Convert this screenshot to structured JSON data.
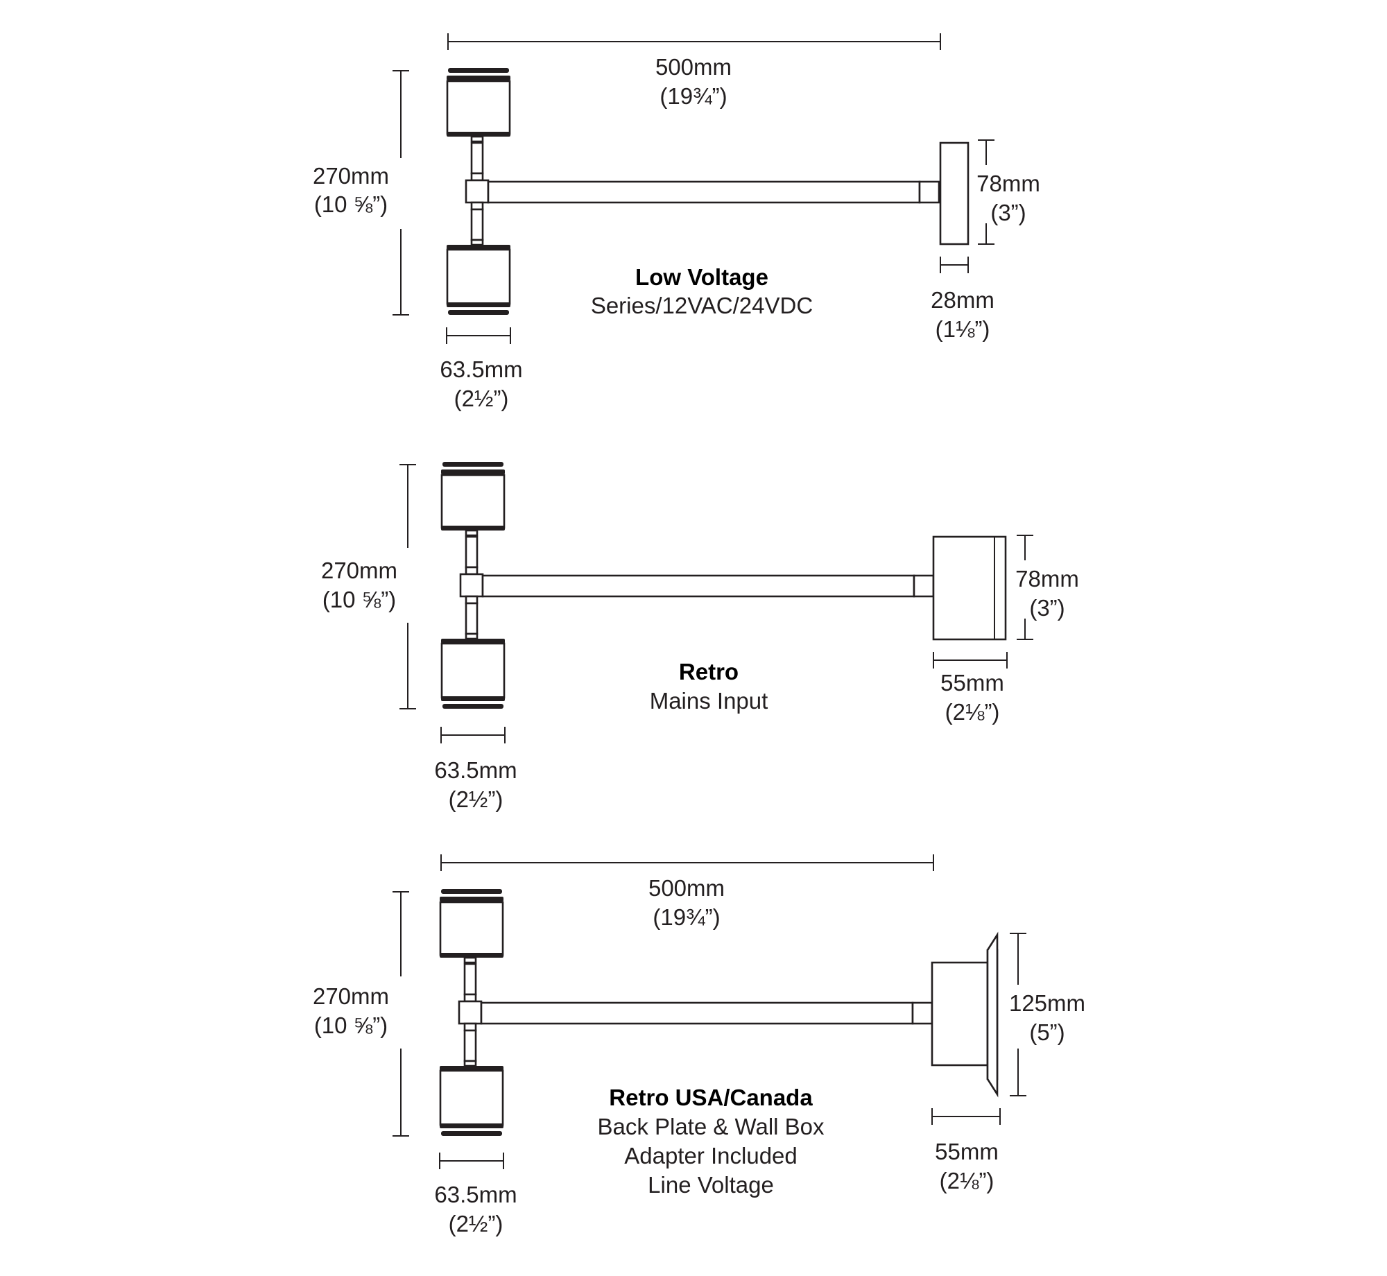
{
  "fixtures": [
    {
      "title": "Low Voltage",
      "subtitle_lines": [
        "Series/12VAC/24VDC"
      ],
      "dims": {
        "arm_length": {
          "mm": "500mm",
          "in": "(19¾”)"
        },
        "height": {
          "mm": "270mm",
          "in": "(10 ⅝”)"
        },
        "head_width": {
          "mm": "63.5mm",
          "in": "(2½”)"
        },
        "plate_height": {
          "mm": "78mm",
          "in": "(3”)"
        },
        "plate_depth": {
          "mm": "28mm",
          "in": "(1⅛”)"
        }
      }
    },
    {
      "title": "Retro",
      "subtitle_lines": [
        "Mains Input"
      ],
      "dims": {
        "height": {
          "mm": "270mm",
          "in": "(10 ⅝”)"
        },
        "head_width": {
          "mm": "63.5mm",
          "in": "(2½”)"
        },
        "plate_height": {
          "mm": "78mm",
          "in": "(3”)"
        },
        "plate_depth": {
          "mm": "55mm",
          "in": "(2⅛”)"
        }
      }
    },
    {
      "title": "Retro USA/Canada",
      "subtitle_lines": [
        "Back Plate & Wall Box",
        "Adapter Included",
        "Line Voltage"
      ],
      "dims": {
        "arm_length": {
          "mm": "500mm",
          "in": "(19¾”)"
        },
        "height": {
          "mm": "270mm",
          "in": "(10 ⅝”)"
        },
        "head_width": {
          "mm": "63.5mm",
          "in": "(2½”)"
        },
        "plate_height": {
          "mm": "125mm",
          "in": "(5”)"
        },
        "plate_depth": {
          "mm": "55mm",
          "in": "(2⅛”)"
        }
      }
    }
  ]
}
